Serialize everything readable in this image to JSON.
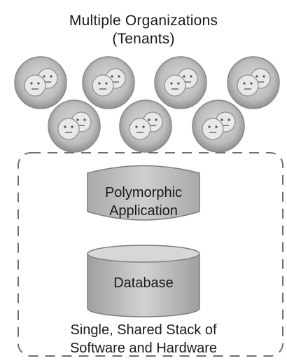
{
  "diagram": {
    "title_line1": "Multiple Organizations",
    "title_line2": "(Tenants)",
    "tenant_count": 7,
    "application": {
      "line1": "Polymorphic",
      "line2": "Application"
    },
    "database_label": "Database",
    "stack": {
      "line1": "Single, Shared Stack of",
      "line2": "Software and Hardware"
    }
  },
  "colors": {
    "tenant_fill": "#b8b8b8",
    "tenant_face": "#e6e6e6",
    "app_fill": "#bcbcbc",
    "db_fill": "#c2c2c2",
    "border": "#7a7a7a"
  }
}
